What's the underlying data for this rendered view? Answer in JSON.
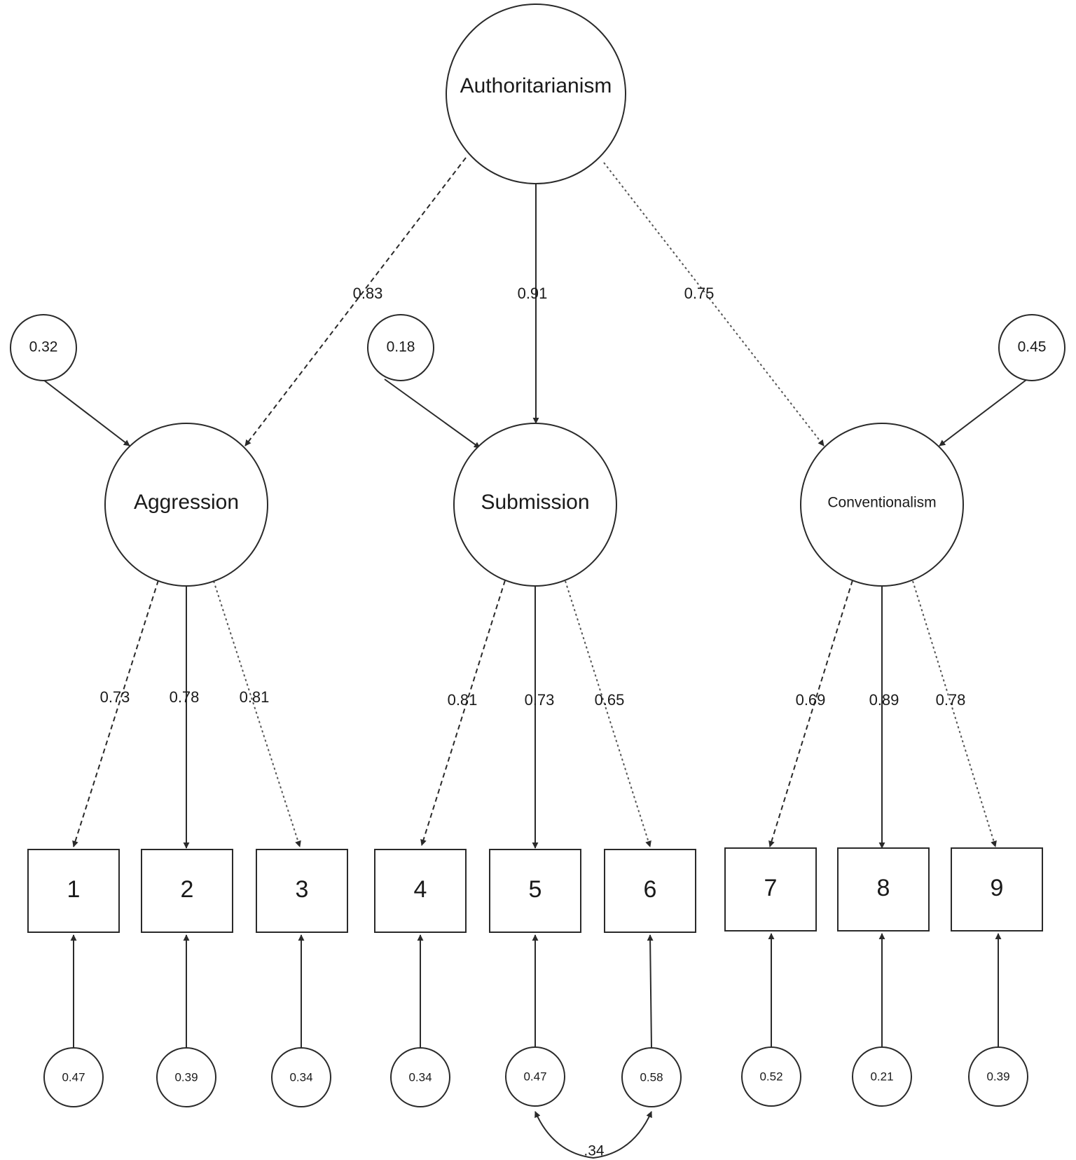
{
  "diagram": {
    "higher_factor": {
      "label": "Authoritarianism"
    },
    "factors": [
      {
        "label": "Aggression",
        "loading": "0.83",
        "residual": "0.32"
      },
      {
        "label": "Submission",
        "loading": "0.91",
        "residual": "0.18"
      },
      {
        "label": "Conventionalism",
        "loading": "0.75",
        "residual": "0.45"
      }
    ],
    "items": [
      {
        "label": "1",
        "loading": "0.73",
        "error": "0.47"
      },
      {
        "label": "2",
        "loading": "0.78",
        "error": "0.39"
      },
      {
        "label": "3",
        "loading": "0.81",
        "error": "0.34"
      },
      {
        "label": "4",
        "loading": "0.81",
        "error": "0.34"
      },
      {
        "label": "5",
        "loading": "0.73",
        "error": "0.47"
      },
      {
        "label": "6",
        "loading": "0.65",
        "error": "0.58"
      },
      {
        "label": "7",
        "loading": "0.69",
        "error": "0.52"
      },
      {
        "label": "8",
        "loading": "0.89",
        "error": "0.21"
      },
      {
        "label": "9",
        "loading": "0.78",
        "error": "0.39"
      }
    ],
    "error_covariance": {
      "label": ".34"
    }
  }
}
